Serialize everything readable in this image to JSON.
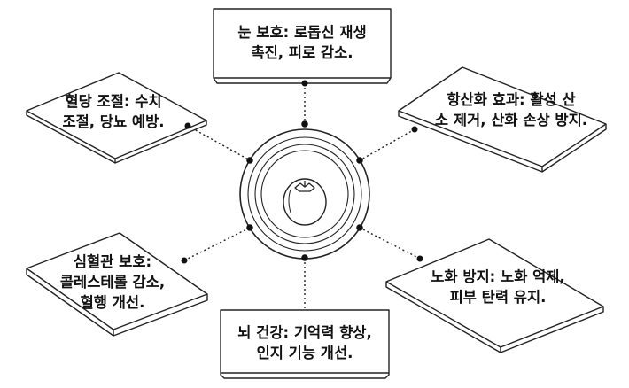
{
  "center": {
    "icon": "blueberry-icon"
  },
  "cards": [
    {
      "id": "top",
      "line1": "눈 보호: 로돕신 재생",
      "line2": "촉진, 피로 감소."
    },
    {
      "id": "top-left",
      "line1": "혈당 조절: 수치",
      "line2": "조절, 당뇨 예방."
    },
    {
      "id": "top-right",
      "line1": "항산화 효과: 활성 산",
      "line2": "소 제거, 산화 손상 방지."
    },
    {
      "id": "bottom-left",
      "line1": "심혈관 보호:",
      "line2": "콜레스테롤 감소,",
      "line3": "혈행 개선."
    },
    {
      "id": "bottom",
      "line1": "뇌 건강: 기억력 향상,",
      "line2": "인지 기능 개선."
    },
    {
      "id": "bottom-right",
      "line1": "노화 방지: 노화 억제,",
      "line2": "피부 탄력 유지."
    }
  ]
}
